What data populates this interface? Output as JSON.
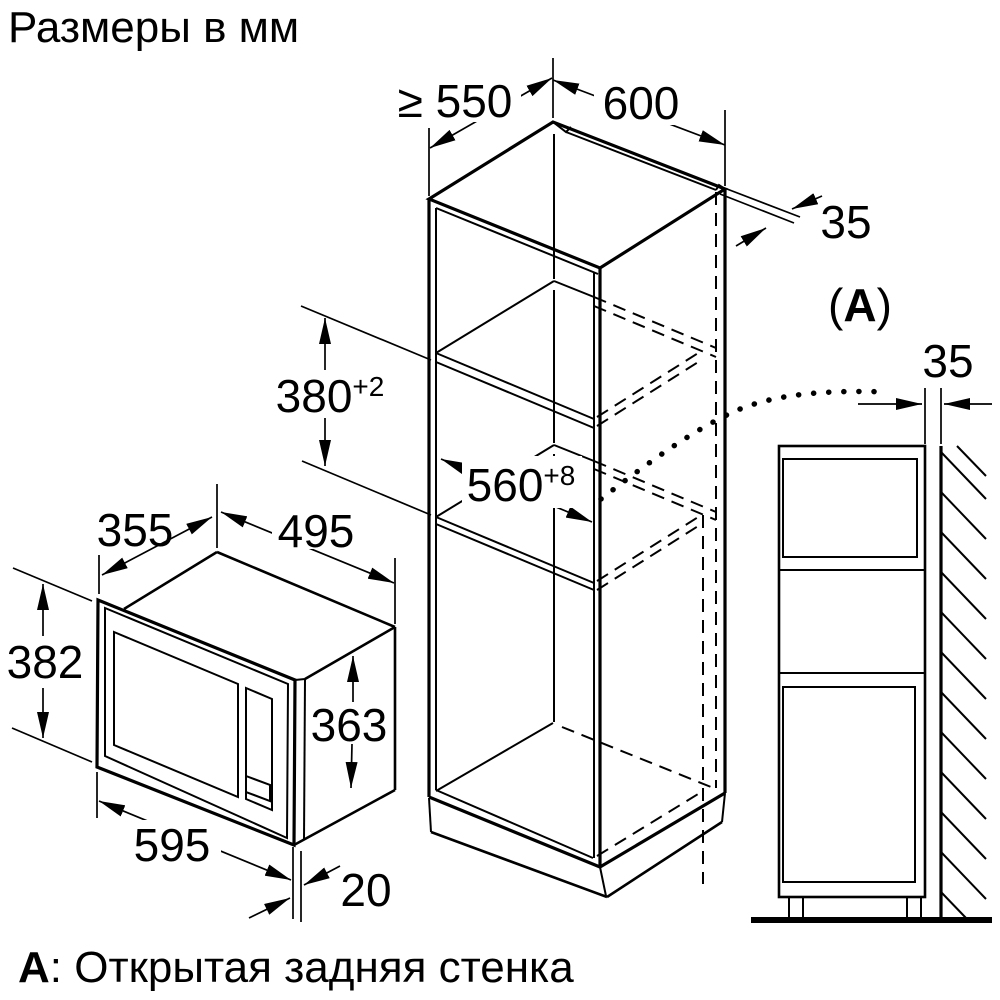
{
  "title": "Размеры в мм",
  "caption": {
    "label": "А",
    "text": ": Открытая задняя стенка"
  },
  "callout_a": {
    "open": "(",
    "letter": "A",
    "close": ")"
  },
  "colors": {
    "line": "#000000",
    "background": "#ffffff"
  },
  "dims": {
    "cabinet_depth_min": "≥ 550",
    "cabinet_width": "600",
    "top_rail_depth": "35",
    "niche_height": "380",
    "niche_height_tol": "+2",
    "niche_width": "560",
    "niche_width_tol": "+8",
    "mw_depth": "355",
    "mw_top_width": "495",
    "mw_front_height": "382",
    "mw_body_height": "363",
    "mw_front_width": "595",
    "mw_trim_depth": "20",
    "wall_gap": "35"
  }
}
